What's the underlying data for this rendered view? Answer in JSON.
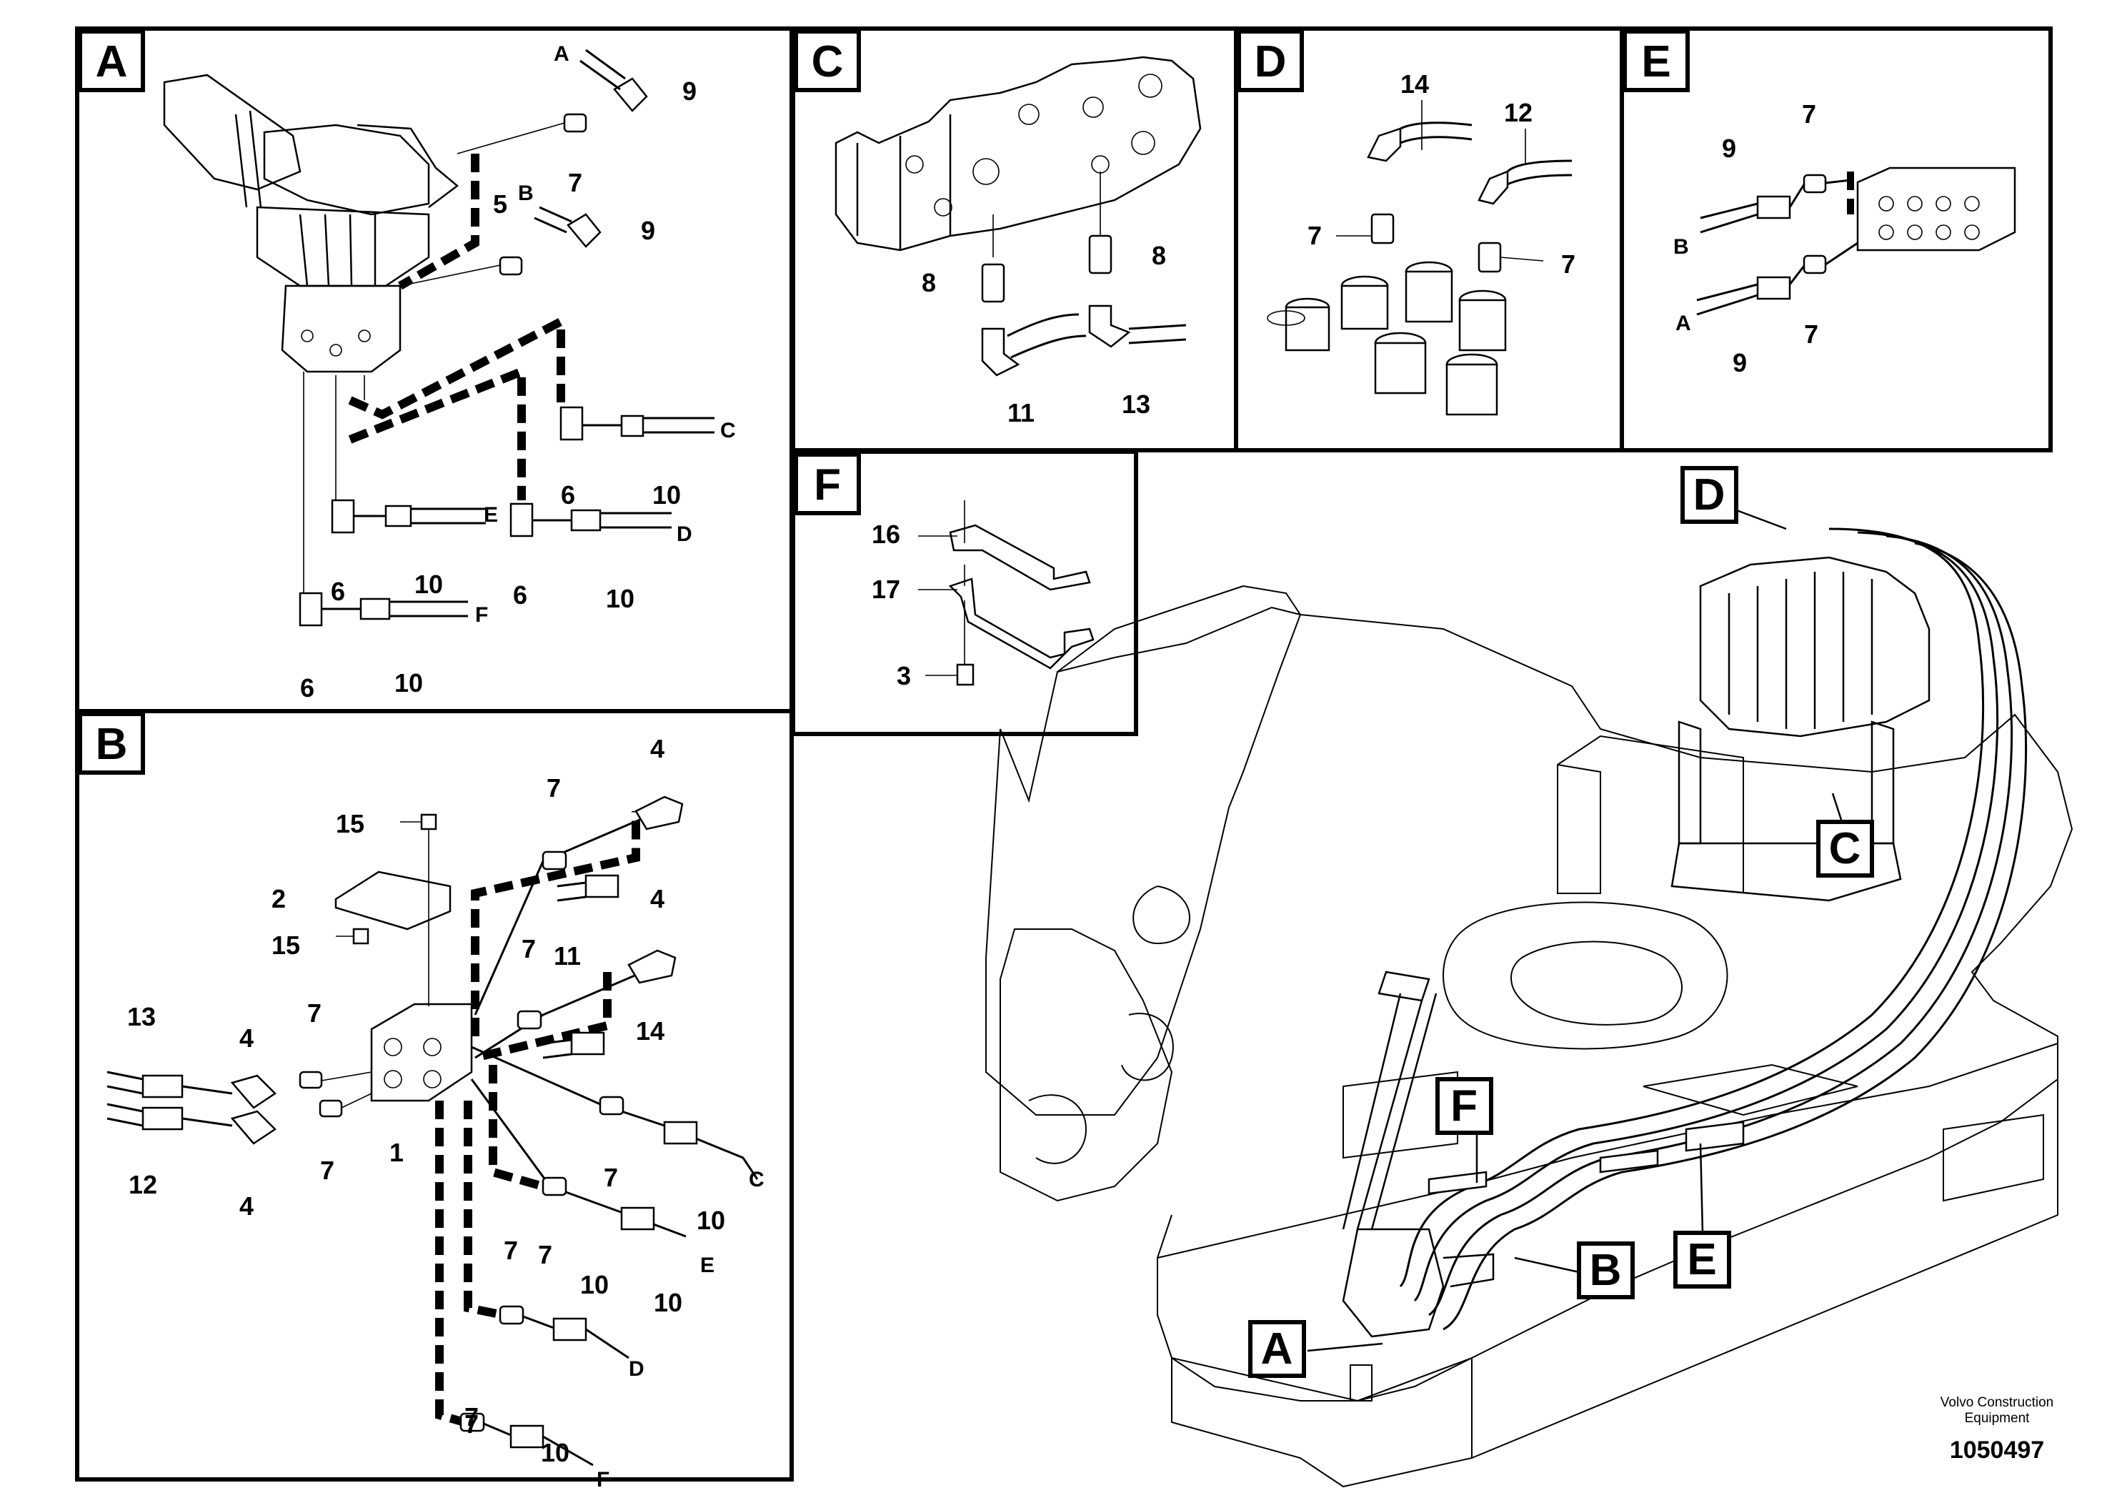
{
  "panels": {
    "A": {
      "tag": "A",
      "callouts": [
        "9",
        "7",
        "5",
        "9",
        "6",
        "10",
        "6",
        "10",
        "6",
        "10",
        "6",
        "10"
      ],
      "ends": [
        "A",
        "B",
        "C",
        "E",
        "D",
        "F"
      ]
    },
    "B": {
      "tag": "B",
      "callouts": [
        "15",
        "2",
        "15",
        "13",
        "12",
        "4",
        "4",
        "7",
        "7",
        "1",
        "7",
        "11",
        "4",
        "7",
        "14",
        "4",
        "7",
        "10",
        "7",
        "10",
        "7",
        "10",
        "7",
        "10",
        "7"
      ],
      "ends": [
        "C",
        "E",
        "D",
        "F"
      ]
    },
    "C": {
      "tag": "C",
      "callouts": [
        "8",
        "8",
        "11",
        "13"
      ]
    },
    "D": {
      "tag": "D",
      "callouts": [
        "14",
        "12",
        "7",
        "7"
      ]
    },
    "E": {
      "tag": "E",
      "callouts": [
        "9",
        "7",
        "7",
        "9"
      ],
      "ends": [
        "B",
        "A"
      ]
    },
    "F": {
      "tag": "F",
      "callouts": [
        "16",
        "17",
        "3"
      ]
    }
  },
  "overview": {
    "labels": [
      "D",
      "C",
      "F",
      "B",
      "E",
      "A"
    ]
  },
  "footer": {
    "company": "Volvo Construction",
    "company2": "Equipment",
    "drawing_number": "1050497"
  }
}
